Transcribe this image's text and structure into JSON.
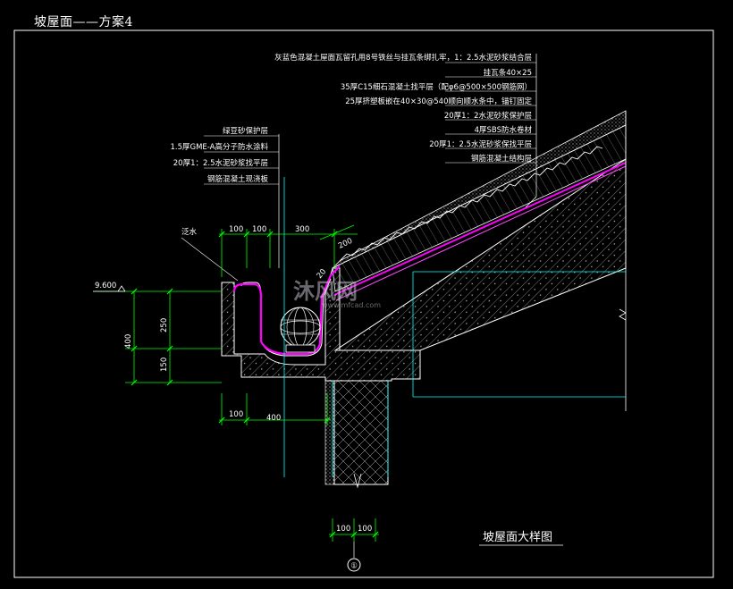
{
  "header": {
    "title": "坡屋面——方案4"
  },
  "colors": {
    "background": "#000000",
    "frame": "#ffffff",
    "dimension": "#00ff00",
    "leader": "#ffffff",
    "cyan": "#00ffff",
    "waterproof": "#ff00ff",
    "structure_outline": "#ffffff"
  },
  "callouts_right": [
    "灰蓝色混凝土屋面瓦留孔用8号铁丝与挂瓦条绑扎牢，1：2.5水泥砂浆结合层",
    "挂瓦条40×25",
    "35厚C15细石混凝土找平层（配φ6@500×500钢筋网）",
    "25厚挤塑板嵌在40×30@540顺向顺水条中，锚钉固定",
    "20厚1：2水泥砂浆保护层",
    "4厚SBS防水卷材",
    "20厚1：2.5水泥砂浆保找平层",
    "钢筋混凝土结构层"
  ],
  "callouts_left": [
    "绿豆砂保护层",
    "1.5厚GME-A高分子防水涂料",
    "20厚1：2.5水泥砂浆找平层",
    "钢筋混凝土现浇板"
  ],
  "label_fanshui": "泛水",
  "dimensions": {
    "top_100a": "100",
    "top_100b": "100",
    "top_300": "300",
    "slope_200": "200",
    "small_20": "20",
    "elevation": "9.600",
    "v_400": "400",
    "v_250": "250",
    "v_150": "150",
    "bottom_100": "100",
    "bottom_400": "400",
    "base_100a": "100",
    "base_100b": "100"
  },
  "drawing_title": "坡屋面大样图",
  "detail_number": "①",
  "watermark": {
    "brand": "沐风网",
    "url": "www.mfcad.com"
  }
}
